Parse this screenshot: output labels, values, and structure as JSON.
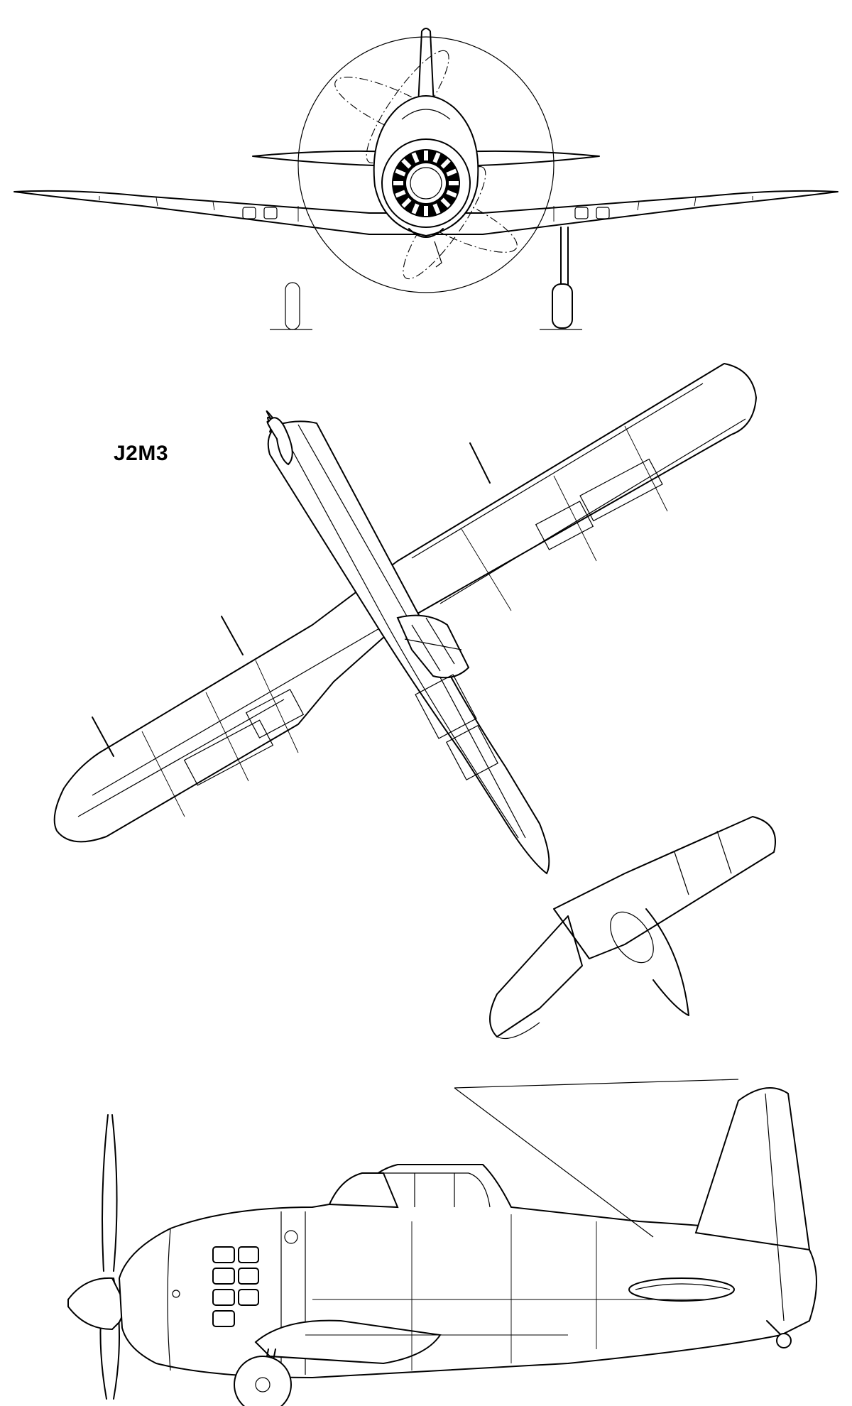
{
  "drawing": {
    "designation": "J2M3",
    "views": [
      {
        "name": "front-view"
      },
      {
        "name": "top-view"
      },
      {
        "name": "side-view"
      }
    ]
  }
}
